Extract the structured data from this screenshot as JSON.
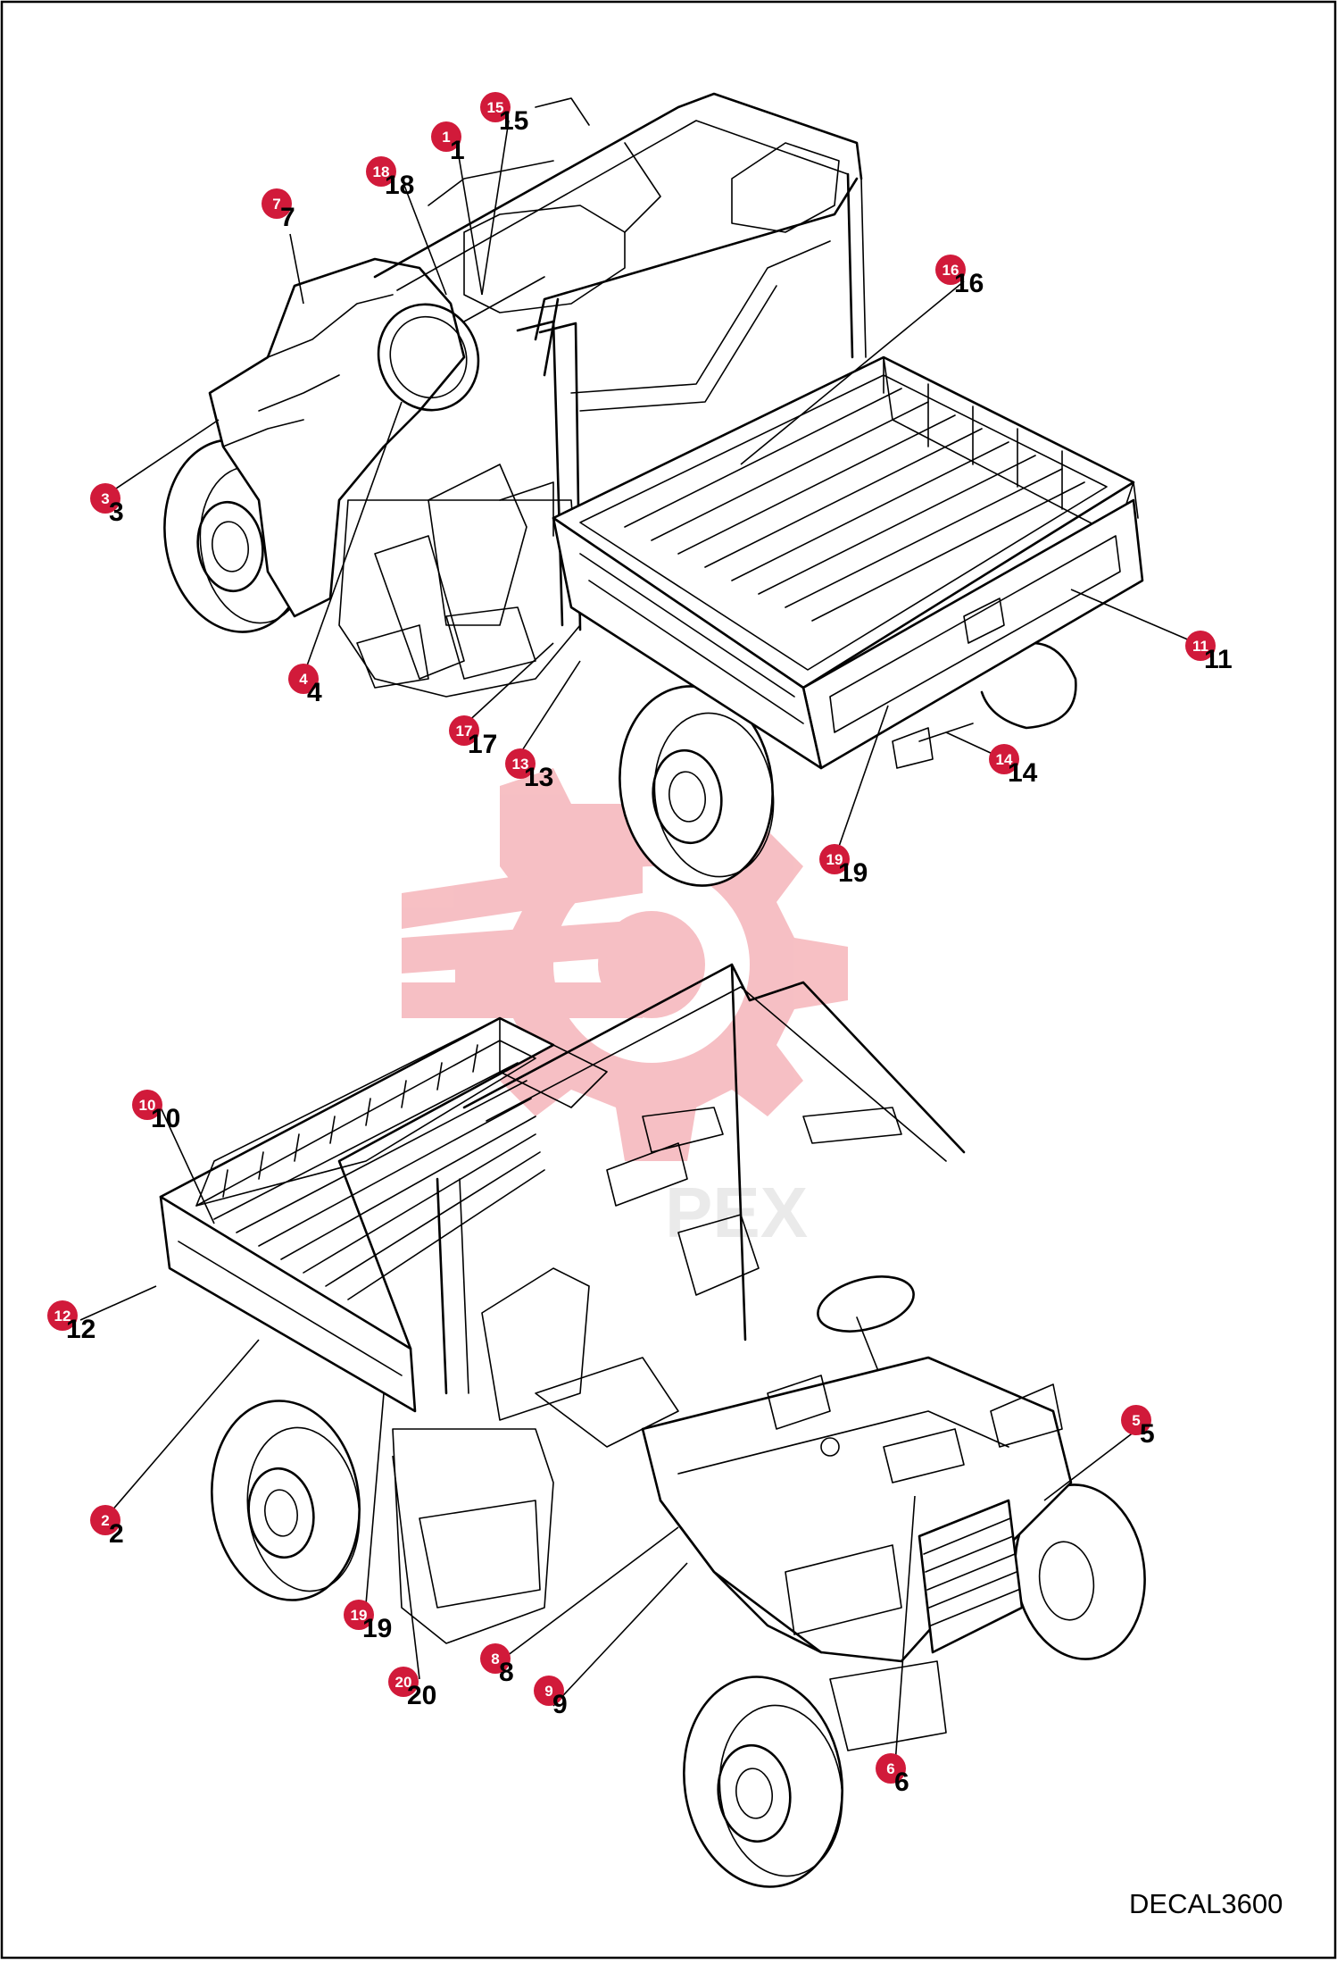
{
  "figure": {
    "code": "DECAL3600",
    "accent_color": "#d11a3a",
    "watermark_color": "#f6b9be"
  },
  "callouts": [
    {
      "id": "c15",
      "number": "15"
    },
    {
      "id": "c1",
      "number": "1"
    },
    {
      "id": "c18",
      "number": "18"
    },
    {
      "id": "c7",
      "number": "7"
    },
    {
      "id": "c16",
      "number": "16"
    },
    {
      "id": "c3",
      "number": "3"
    },
    {
      "id": "c4",
      "number": "4"
    },
    {
      "id": "c11",
      "number": "11"
    },
    {
      "id": "c17",
      "number": "17"
    },
    {
      "id": "c13",
      "number": "13"
    },
    {
      "id": "c14",
      "number": "14"
    },
    {
      "id": "c19a",
      "number": "19"
    },
    {
      "id": "c10",
      "number": "10"
    },
    {
      "id": "c12",
      "number": "12"
    },
    {
      "id": "c2",
      "number": "2"
    },
    {
      "id": "c5",
      "number": "5"
    },
    {
      "id": "c19b",
      "number": "19"
    },
    {
      "id": "c20",
      "number": "20"
    },
    {
      "id": "c8",
      "number": "8"
    },
    {
      "id": "c9",
      "number": "9"
    },
    {
      "id": "c6",
      "number": "6"
    }
  ]
}
